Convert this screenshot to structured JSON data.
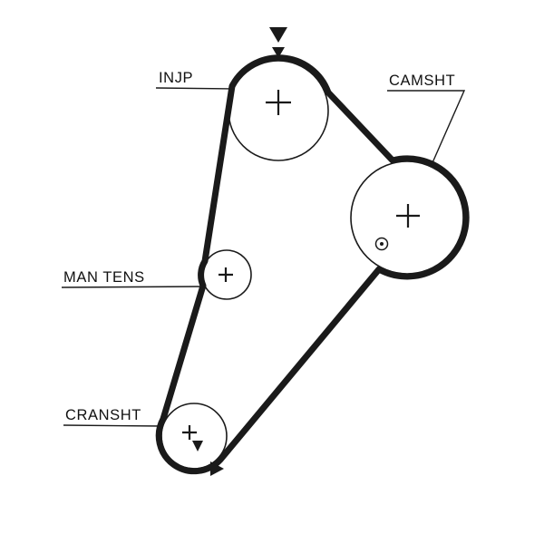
{
  "diagram": {
    "background_color": "#ffffff",
    "line_color": "#1a1a1a",
    "text_color": "#111111",
    "labels": {
      "injp": "INJP",
      "camsht": "CAMSHT",
      "man_tens": "MAN TENS",
      "cransht": "CRANSHT"
    },
    "icons": {
      "belt_direction": "double-solid-triangle-down",
      "crank_rotation": "solid-triangle",
      "pulley_center": "plus-cross",
      "camsht_pin": "circled-dot"
    }
  }
}
